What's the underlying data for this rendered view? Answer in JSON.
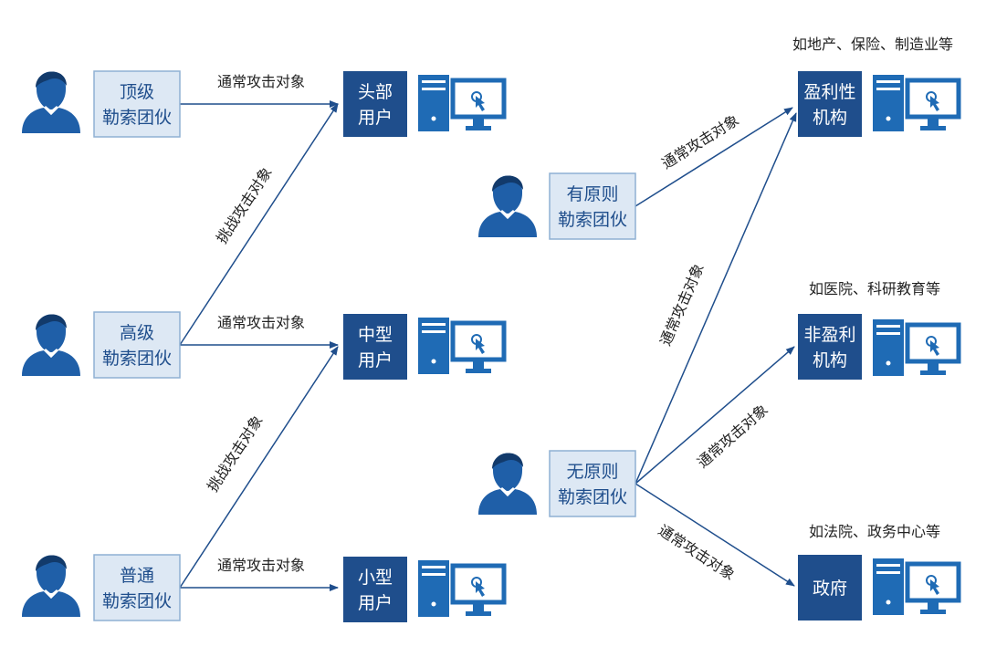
{
  "colors": {
    "gang_box_fill": "#dde8f4",
    "gang_box_stroke": "#8fb0d3",
    "gang_text": "#1f4e8c",
    "target_box_fill": "#1f4e8c",
    "arrow": "#1f4e8c",
    "person": "#1f5fa8",
    "computer": "#1f6bb5"
  },
  "gangs": [
    {
      "id": "top",
      "line1": "顶级",
      "line2": "勒索团伙"
    },
    {
      "id": "senior",
      "line1": "高级",
      "line2": "勒索团伙"
    },
    {
      "id": "ordinary",
      "line1": "普通",
      "line2": "勒索团伙"
    },
    {
      "id": "principled",
      "line1": "有原则",
      "line2": "勒索团伙"
    },
    {
      "id": "unprincipled",
      "line1": "无原则",
      "line2": "勒索团伙"
    }
  ],
  "targets": [
    {
      "id": "head",
      "line1": "头部",
      "line2": "用户"
    },
    {
      "id": "mid",
      "line1": "中型",
      "line2": "用户"
    },
    {
      "id": "small",
      "line1": "小型",
      "line2": "用户"
    },
    {
      "id": "profit",
      "line1": "盈利性",
      "line2": "机构"
    },
    {
      "id": "nonprofit",
      "line1": "非盈利",
      "line2": "机构"
    },
    {
      "id": "gov",
      "line1": "政府",
      "line2": ""
    }
  ],
  "notes": {
    "profit": "如地产、保险、制造业等",
    "nonprofit": "如医院、科研教育等",
    "gov": "如法院、政务中心等"
  },
  "edges": [
    {
      "id": "top-head",
      "label": "通常攻击对象"
    },
    {
      "id": "senior-head",
      "label": "挑战攻击对象"
    },
    {
      "id": "senior-mid",
      "label": "通常攻击对象"
    },
    {
      "id": "ordinary-mid",
      "label": "挑战攻击对象"
    },
    {
      "id": "ordinary-small",
      "label": "通常攻击对象"
    },
    {
      "id": "principled-profit",
      "label": "通常攻击对象"
    },
    {
      "id": "unprincipled-profit",
      "label": "通常攻击对象"
    },
    {
      "id": "unprincipled-nonprofit",
      "label": "通常攻击对象"
    },
    {
      "id": "unprincipled-gov",
      "label": "通常攻击对象"
    }
  ]
}
